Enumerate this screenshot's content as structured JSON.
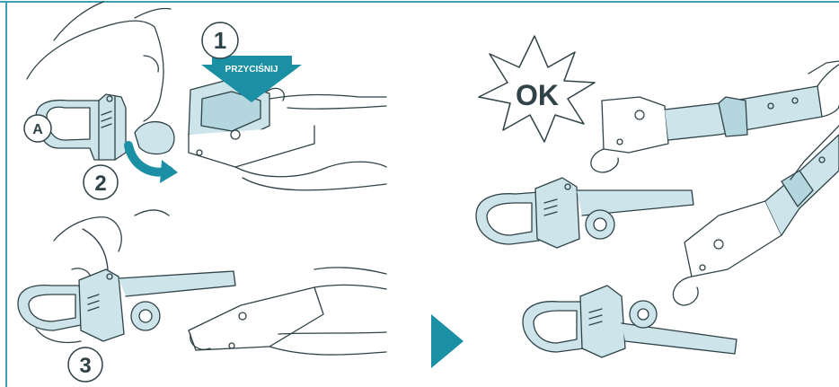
{
  "labels": {
    "callout_a": "A",
    "step_1": "1",
    "step_2": "2",
    "step_3": "3",
    "push_text": "PRZYCIŚNIJ",
    "ok_text": "OK"
  },
  "colors": {
    "accent": "#1b8fa3",
    "part_fill": "#cde5ea",
    "part_dark": "#b4d6de",
    "line": "#2f4248",
    "frame": "#3aa0b2"
  }
}
